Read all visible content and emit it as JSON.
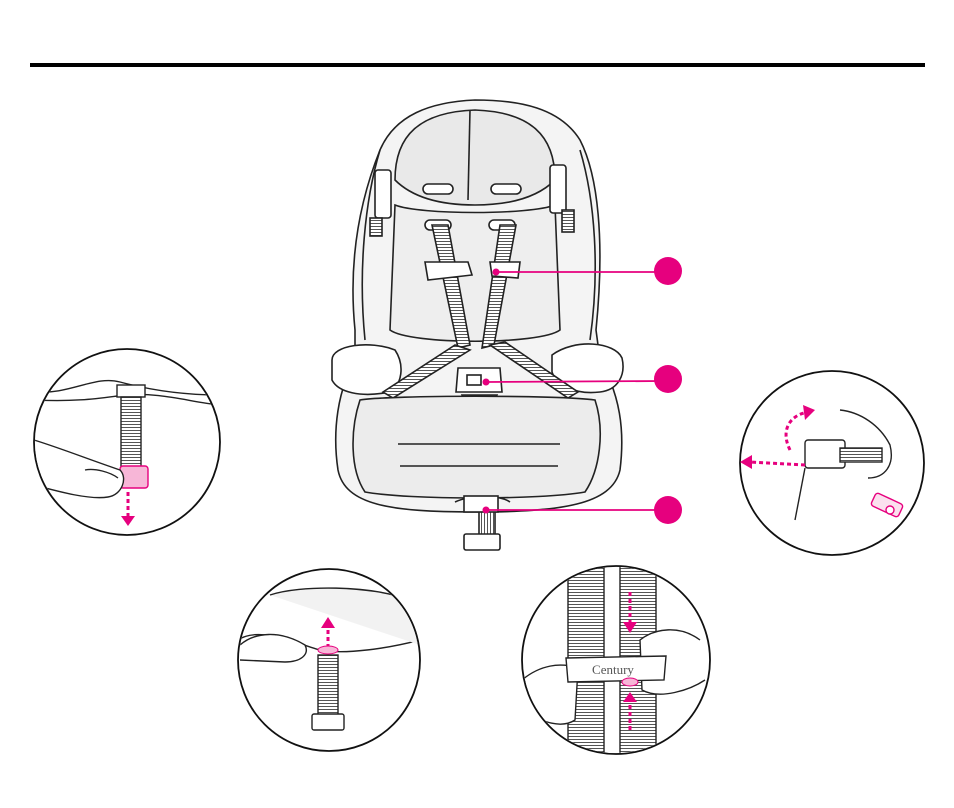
{
  "page": {
    "background": "#ffffff",
    "rule_color": "#000000",
    "accent": "#e6007e",
    "light_pink": "#f7b6d7"
  },
  "figure": {
    "callouts": [
      {
        "id": "harness-clip",
        "label": ""
      },
      {
        "id": "chest-buckle",
        "label": ""
      },
      {
        "id": "crotch-strap",
        "label": ""
      }
    ],
    "inset_buckle_brand": "Century"
  }
}
